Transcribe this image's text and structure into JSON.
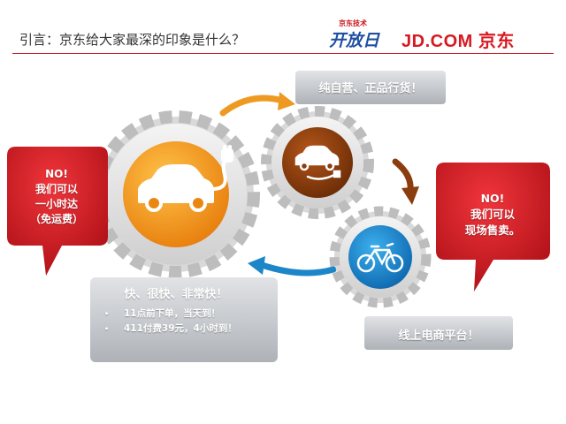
{
  "header": {
    "title": "引言：京东给大家最深的印象是什么？",
    "logo_small": "京东技术",
    "logo_kaifangri": "开放日",
    "logo_jd": "JD.COM 京东"
  },
  "callouts": {
    "left_no": {
      "line1": "NO!",
      "line2": "我们可以",
      "line3": "一小时达",
      "line4": "（免运费）"
    },
    "right_no": {
      "line1": "NO!",
      "line2": "我们可以",
      "line3": "现场售卖。"
    }
  },
  "banners": {
    "top": "纯自营、正品行货！",
    "bottom": "线上电商平台！",
    "fast": {
      "title": "快、很快、非常快！",
      "items": [
        "11点前下单，当天到！",
        "411付费39元，4小时到！"
      ]
    }
  },
  "icons": [
    "electric-car-icon",
    "small-electric-car-icon",
    "bicycle-icon",
    "cycle-arrow-icon"
  ],
  "colors": {
    "brand_red": "#d71a21",
    "orange": "#f29b1d",
    "brown": "#8b3d0f",
    "blue": "#1d86c8",
    "gear_gray": "#dcdcdc",
    "banner_gray": "#c9ccd0"
  }
}
